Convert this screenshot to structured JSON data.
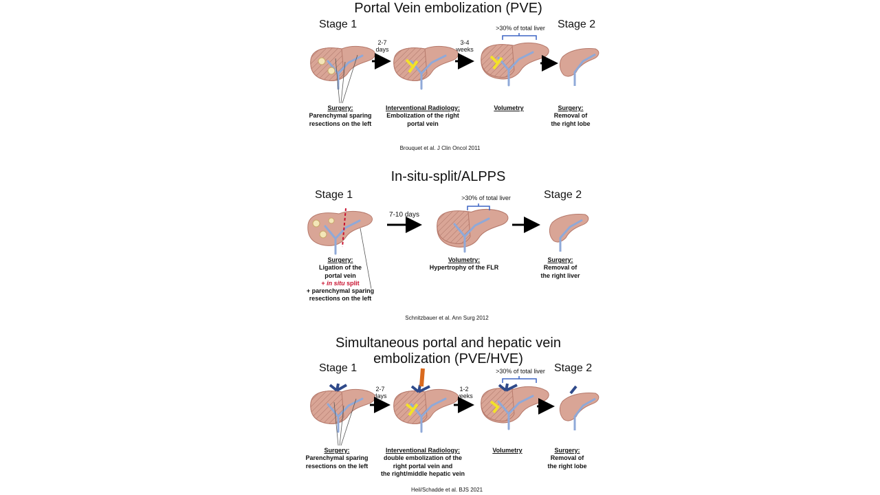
{
  "sections": [
    {
      "title": "Portal Vein embolization (PVE)",
      "stage1": "Stage 1",
      "stage2": "Stage 2",
      "arrow1": [
        "2-7",
        "days"
      ],
      "arrow2": [
        "3-4",
        "weeks"
      ],
      "flr_label": ">30% of total liver",
      "captions": [
        {
          "head": "Surgery:",
          "lines": [
            "Parenchymal sparing",
            "resections on the left"
          ]
        },
        {
          "head": "Interventional Radiology:",
          "lines": [
            "Embolization of the right",
            "portal vein"
          ]
        },
        {
          "head": "Volumetry",
          "lines": []
        },
        {
          "head": "Surgery:",
          "lines": [
            "Removal of",
            "the right lobe"
          ]
        }
      ],
      "citation": "Brouquet et al. J Clin Oncol 2011"
    },
    {
      "title": "In-situ-split/ALPPS",
      "stage1": "Stage 1",
      "stage2": "Stage 2",
      "arrow1": [
        "7-10 days"
      ],
      "flr_label": ">30% of total liver",
      "captions": [
        {
          "head": "Surgery:",
          "lines": [
            "Ligation of the",
            "portal vein"
          ],
          "extra_prefix": "+ ",
          "extra_italic": "in situ",
          "extra_suffix": " split",
          "extra2": [
            "+ parenchymal sparing",
            "resections on the left"
          ]
        },
        {
          "head": "Volumetry:",
          "lines": [
            "Hypertrophy of the FLR"
          ]
        },
        {
          "head": "Surgery:",
          "lines": [
            "Removal of",
            "the right  liver"
          ]
        }
      ],
      "citation": "Schnitzbauer et al. Ann Surg 2012"
    },
    {
      "title_line1": "Simultaneous portal and hepatic vein",
      "title_line2": "embolization (PVE/HVE)",
      "stage1": "Stage 1",
      "stage2": "Stage 2",
      "arrow1": [
        "2-7",
        "days"
      ],
      "arrow2": [
        "1-2",
        "weeks"
      ],
      "flr_label": ">30% of total liver",
      "captions": [
        {
          "head": "Surgery:",
          "lines": [
            "Parenchymal sparing",
            "resections on the left"
          ]
        },
        {
          "head": "Interventional Radiology:",
          "lines": [
            "double embolization of the",
            "right portal vein and",
            "the right/middle hepatic vein"
          ]
        },
        {
          "head": "Volumetry",
          "lines": []
        },
        {
          "head": "Surgery:",
          "lines": [
            "Removal of",
            "the right lobe"
          ]
        }
      ],
      "citation": "Heil/Schadde et al. BJS 2021"
    }
  ],
  "colors": {
    "liver": "#d9a596",
    "liver_dark": "#b5786a",
    "vein_blue": "#8fa9d8",
    "hepatic_dark": "#2f4a8a",
    "embolization": "#f2e12a",
    "catheter": "#d96a1e",
    "bracket": "#3b64c4",
    "cut_line": "#c8102e"
  }
}
